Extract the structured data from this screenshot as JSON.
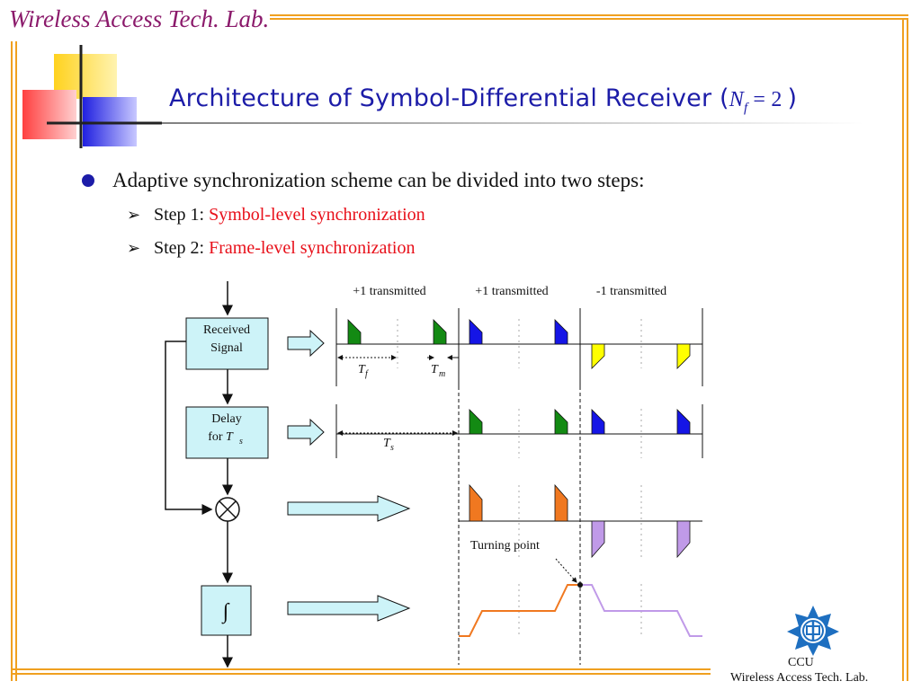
{
  "header": {
    "lab_name": "Wireless Access Tech. Lab.",
    "title_text": "Architecture of Symbol-Differential Receiver (",
    "title_math_var": "N",
    "title_math_sub": "f",
    "title_math_eq": "= 2",
    "title_close": ")"
  },
  "content": {
    "bullet": "Adaptive synchronization scheme can be divided into two steps:",
    "steps": [
      {
        "prefix": "Step 1: ",
        "highlight": "Symbol-level synchronization"
      },
      {
        "prefix": "Step 2: ",
        "highlight": "Frame-level synchronization"
      }
    ]
  },
  "diagram": {
    "blocks": {
      "received_line1": "Received",
      "received_line2": "Signal",
      "delay_line1": "Delay",
      "delay_line2": "for ",
      "delay_var": "T",
      "delay_sub": "s",
      "integrator": "∫"
    },
    "labels": {
      "transmitted": [
        "+1 transmitted",
        "+1 transmitted",
        "-1 transmitted"
      ],
      "tf_var": "T",
      "tf_sub": "f",
      "tm_var": "T",
      "tm_sub": "m",
      "ts_var": "T",
      "ts_sub": "s",
      "turning_point": "Turning point"
    },
    "colors": {
      "green": "#138a13",
      "blue": "#1515e6",
      "yellow": "#ffff00",
      "orange": "#f07820",
      "purple": "#c09ae8",
      "block_fill": "#cdf3f8",
      "arrow_fill": "#cdf3f8"
    }
  },
  "footer": {
    "logo_icon": "ccu-emblem-icon",
    "ccu": "CCU",
    "lab": "Wireless Access Tech. Lab."
  }
}
